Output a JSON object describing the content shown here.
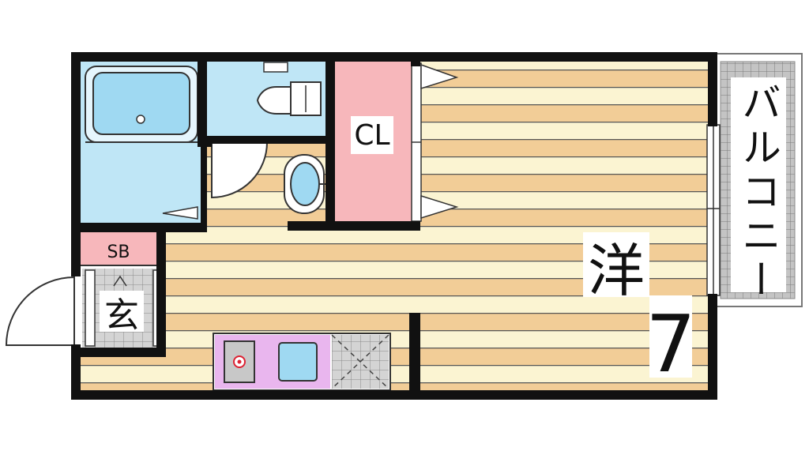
{
  "rooms": {
    "closet": {
      "label": "CL"
    },
    "shoe_box": {
      "label": "SB"
    },
    "entrance": {
      "label": "玄"
    },
    "western_room": {
      "label": "洋",
      "size": "7"
    },
    "balcony": {
      "label": "バルコニー"
    }
  },
  "colors": {
    "wall": "#111111",
    "floor_stripe_a": "#f2cd97",
    "floor_stripe_b": "#fbf4d2",
    "wet_area": "#bfe6f6",
    "fixture": "#9fd9f2",
    "closet": "#f7b7bb",
    "kitchen": "#e9b6ee",
    "balcony": "#bfbfbf"
  }
}
